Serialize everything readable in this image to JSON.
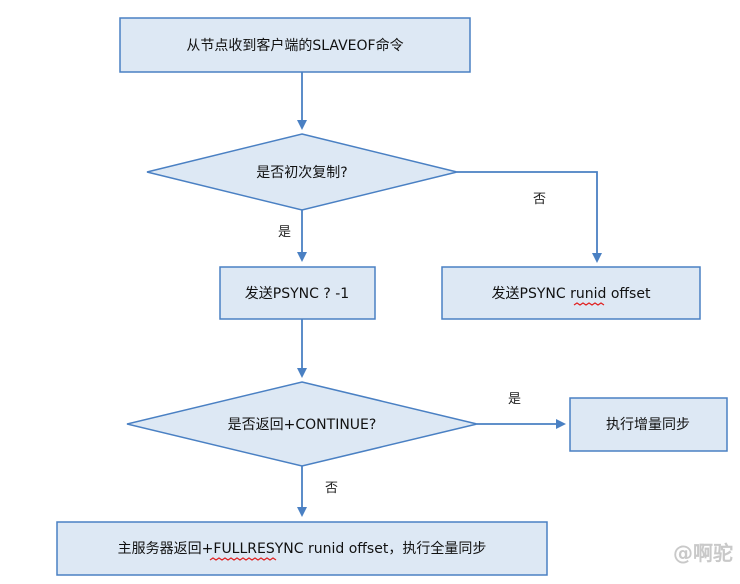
{
  "colors": {
    "node_fill": "#dde8f4",
    "node_stroke": "#4a80c3",
    "arrow": "#4a80c3",
    "text": "#111111",
    "spellcheck": "#e02020"
  },
  "nodes": {
    "start": "从节点收到客户端的SLAVEOF命令",
    "first_sync_q": "是否初次复制?",
    "psync_first": "发送PSYNC ? -1",
    "psync_resume": "发送PSYNC runid offset",
    "continue_q": "是否返回+CONTINUE?",
    "incremental": "执行增量同步",
    "full_resync": "主服务器返回+FULLRESYNC runid offset，执行全量同步"
  },
  "edge_labels": {
    "first_yes": "是",
    "first_no": "否",
    "continue_yes": "是",
    "continue_no": "否"
  },
  "watermark": "@啊驼"
}
